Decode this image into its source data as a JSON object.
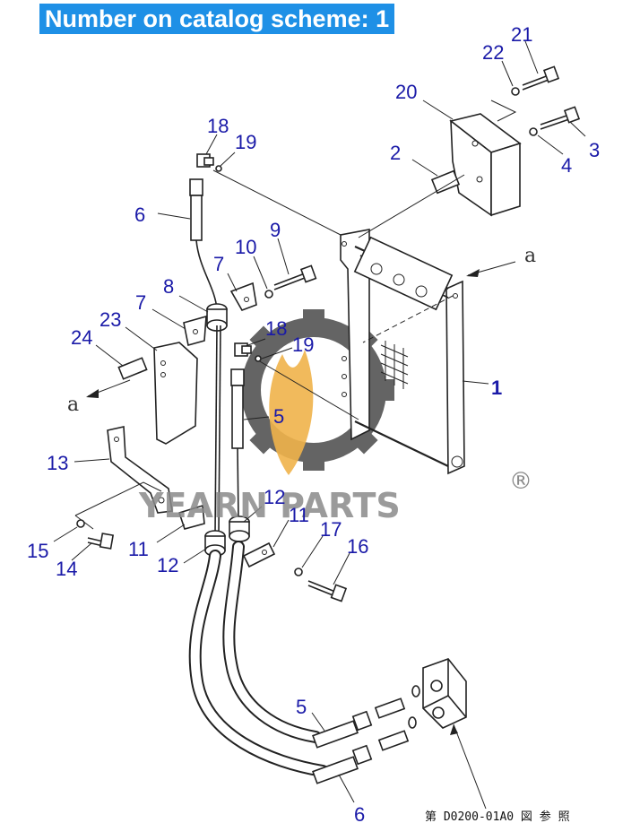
{
  "banner": {
    "text": "Number on catalog scheme: 1"
  },
  "callouts": [
    {
      "id": "c21",
      "text": "21",
      "bold": false
    },
    {
      "id": "c22",
      "text": "22",
      "bold": false
    },
    {
      "id": "c20",
      "text": "20",
      "bold": false
    },
    {
      "id": "c3",
      "text": "3",
      "bold": false
    },
    {
      "id": "c2",
      "text": "2",
      "bold": false
    },
    {
      "id": "c4",
      "text": "4",
      "bold": false
    },
    {
      "id": "c18a",
      "text": "18",
      "bold": false
    },
    {
      "id": "c19a",
      "text": "19",
      "bold": false
    },
    {
      "id": "c6a",
      "text": "6",
      "bold": false
    },
    {
      "id": "c9",
      "text": "9",
      "bold": false
    },
    {
      "id": "c10",
      "text": "10",
      "bold": false
    },
    {
      "id": "c7a",
      "text": "7",
      "bold": false
    },
    {
      "id": "c8",
      "text": "8",
      "bold": false
    },
    {
      "id": "c7b",
      "text": "7",
      "bold": false
    },
    {
      "id": "c23",
      "text": "23",
      "bold": false
    },
    {
      "id": "c24",
      "text": "24",
      "bold": false
    },
    {
      "id": "c18b",
      "text": "18",
      "bold": false
    },
    {
      "id": "c19b",
      "text": "19",
      "bold": false
    },
    {
      "id": "c1",
      "text": "1",
      "bold": true
    },
    {
      "id": "c5a",
      "text": "5",
      "bold": false
    },
    {
      "id": "c13",
      "text": "13",
      "bold": false
    },
    {
      "id": "c12a",
      "text": "12",
      "bold": false
    },
    {
      "id": "c11a",
      "text": "11",
      "bold": false
    },
    {
      "id": "c17",
      "text": "17",
      "bold": false
    },
    {
      "id": "c16",
      "text": "16",
      "bold": false
    },
    {
      "id": "c15",
      "text": "15",
      "bold": false
    },
    {
      "id": "c14",
      "text": "14",
      "bold": false
    },
    {
      "id": "c11b",
      "text": "11",
      "bold": false
    },
    {
      "id": "c12b",
      "text": "12",
      "bold": false
    },
    {
      "id": "c5b",
      "text": "5",
      "bold": false
    },
    {
      "id": "c6b",
      "text": "6",
      "bold": false
    }
  ],
  "section_marks": {
    "top_right": "a",
    "left": "a"
  },
  "reference_note": "第 D0200-01A0 図 参 照",
  "watermark": {
    "text": "YEARN PARTS",
    "registered": "®",
    "gear_color": "#4a4a4a",
    "leaf_color": "#f0b24a"
  }
}
